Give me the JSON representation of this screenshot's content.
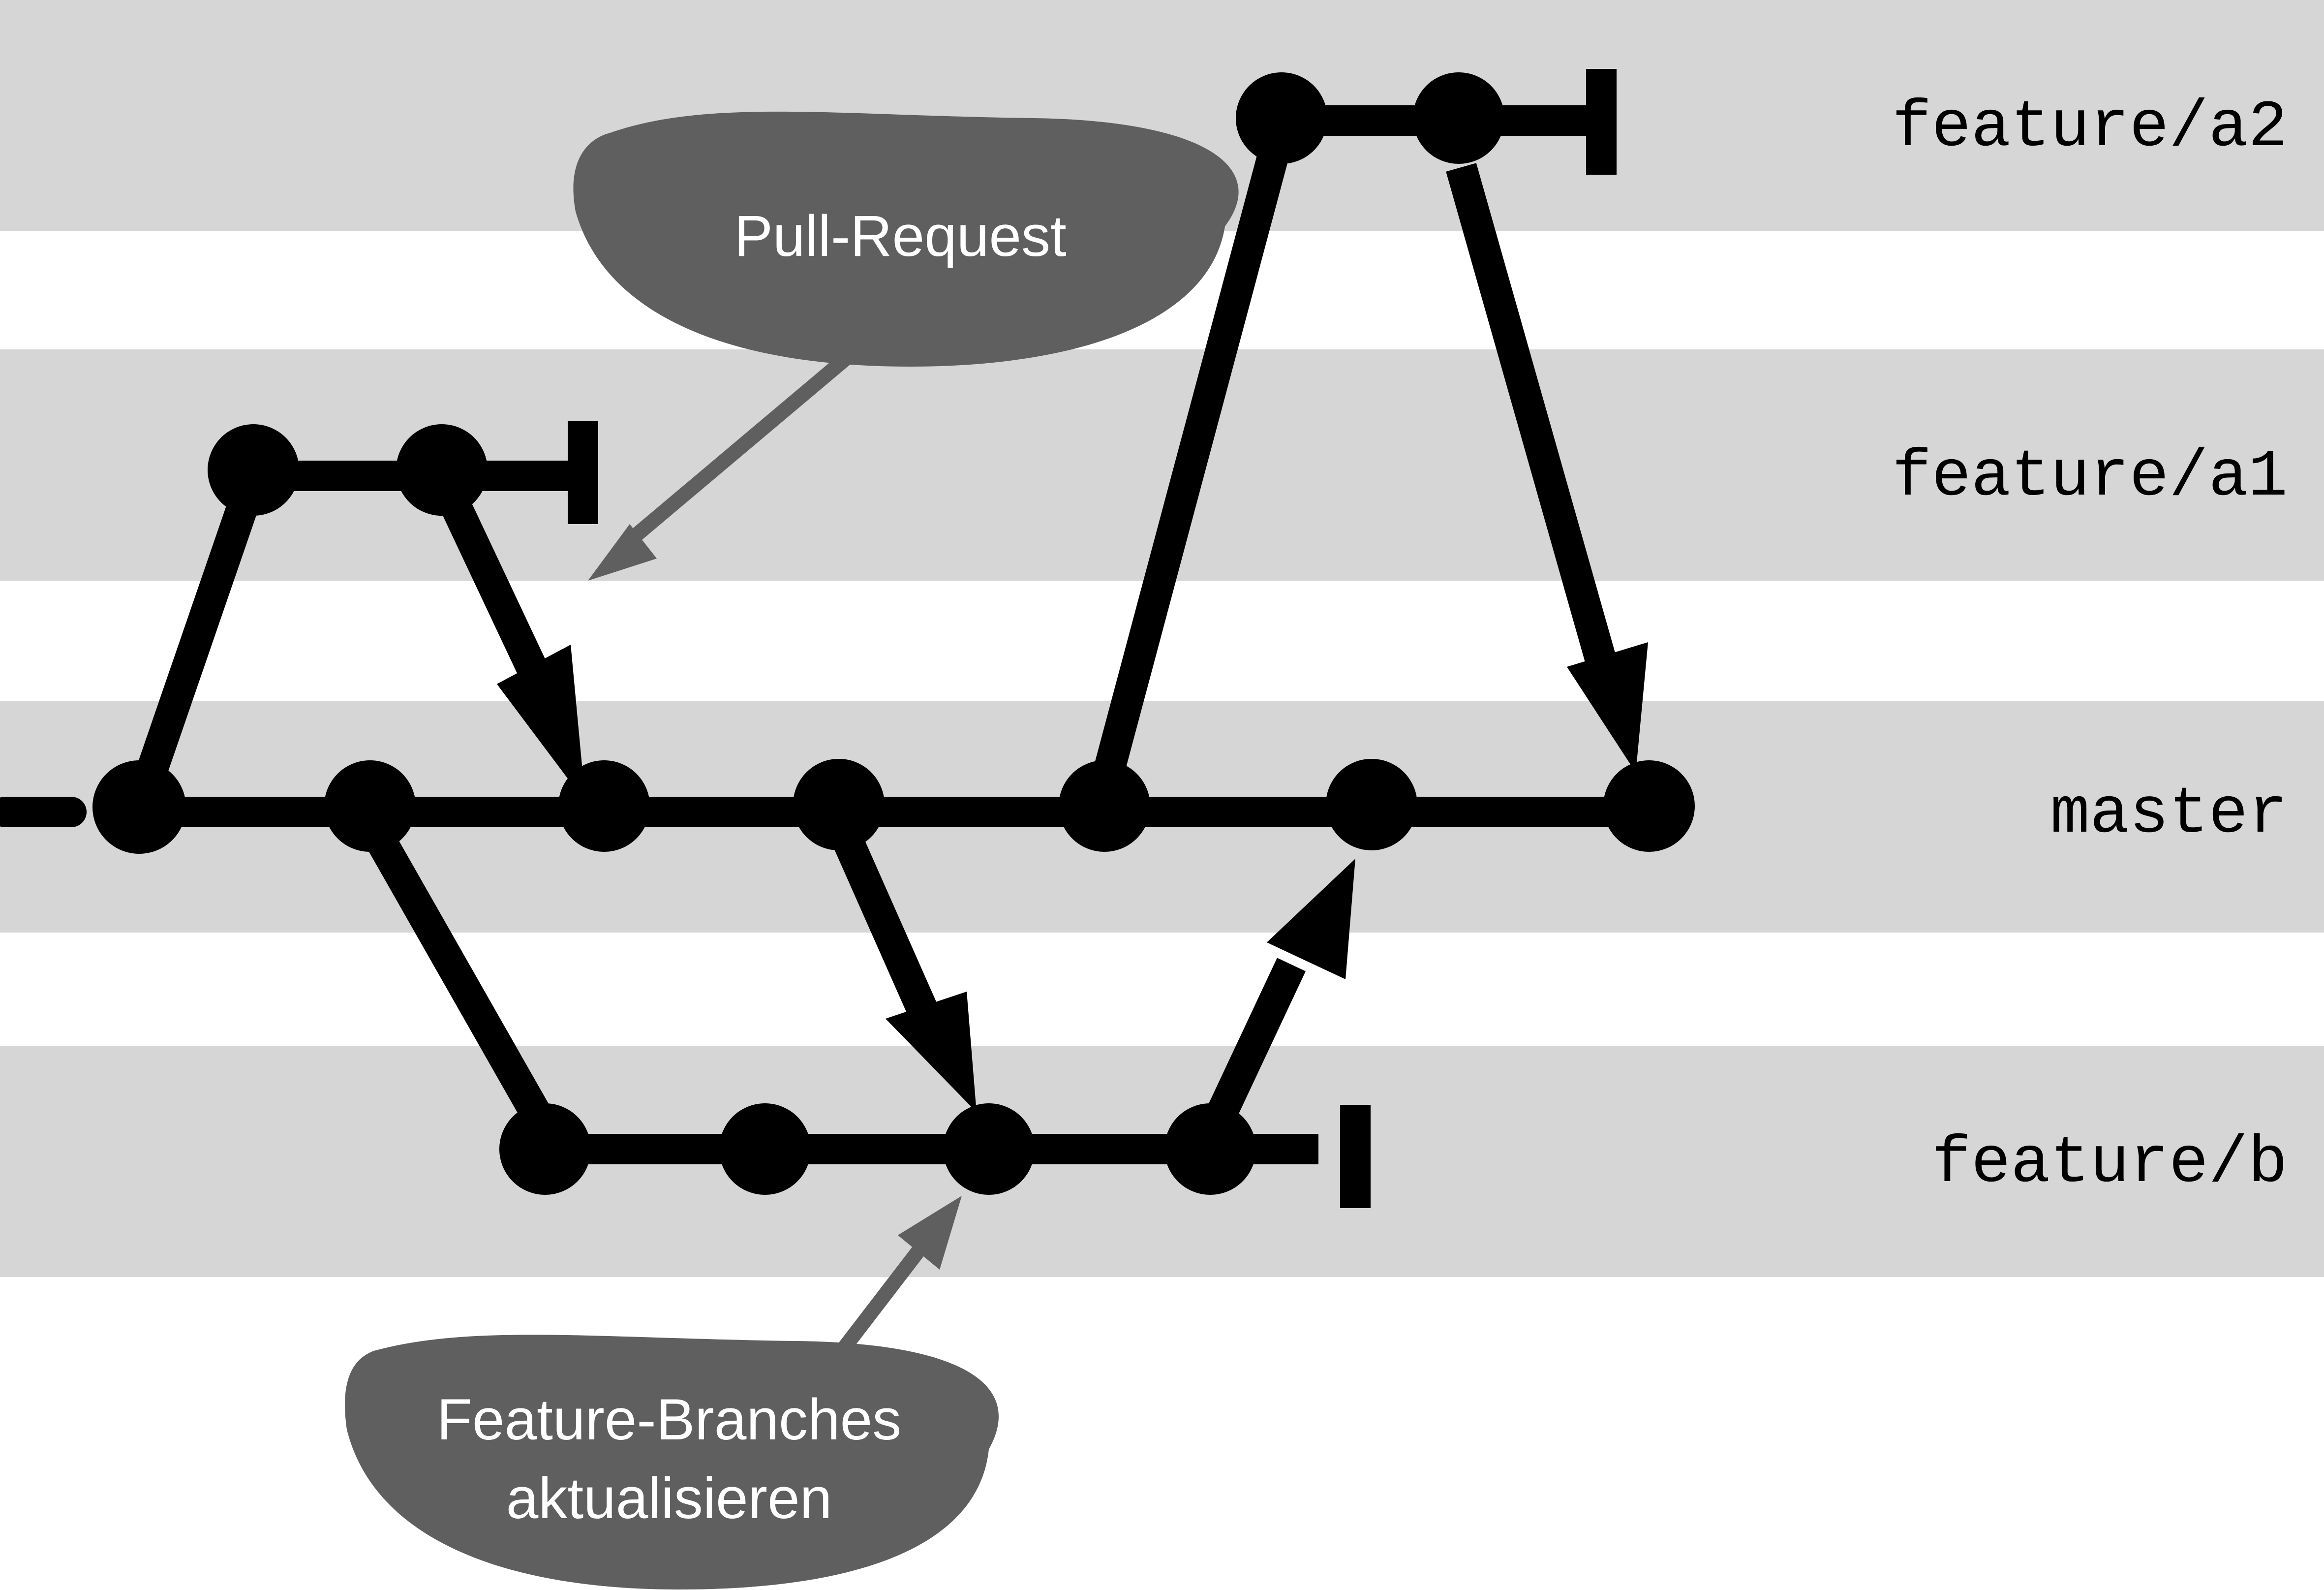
{
  "lanes": [
    {
      "id": "feature-a2",
      "label": "feature/a2"
    },
    {
      "id": "feature-a1",
      "label": "feature/a1"
    },
    {
      "id": "master",
      "label": "master"
    },
    {
      "id": "feature-b",
      "label": "feature/b"
    }
  ],
  "callouts": {
    "pull_request": {
      "text": "Pull-Request"
    },
    "update_feature_branches": {
      "line1": "Feature-Branches",
      "line2": "aktualisieren"
    }
  },
  "colors": {
    "lane_band": "#d6d6d6",
    "background": "#ffffff",
    "graph": "#000000",
    "callout_fill": "#5f5f5f",
    "callout_arrow": "#5f5f5f",
    "callout_text": "#ffffff"
  }
}
